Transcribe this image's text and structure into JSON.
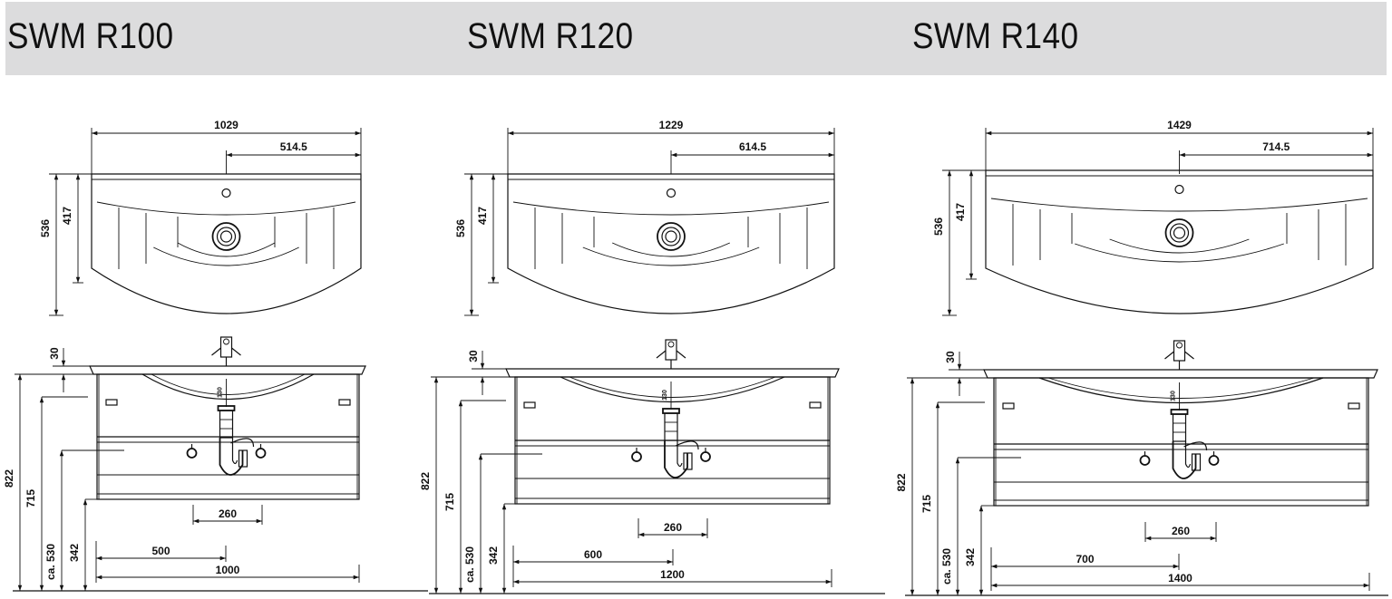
{
  "header": {
    "models": [
      {
        "title": "SWM R100"
      },
      {
        "title": "SWM R120"
      },
      {
        "title": "SWM R140"
      }
    ]
  },
  "drawings": [
    {
      "top_view": {
        "total_width": "1029",
        "half_width": "514.5",
        "depth": "536",
        "inner_depth": "417"
      },
      "front_view": {
        "top_thickness": "30",
        "drain_offset": "130",
        "total_height": "822",
        "unit_height": "715",
        "bottom_height": "ca. 530",
        "floor_gap": "342",
        "siphon_width": "260",
        "half_unit_width": "500",
        "unit_width": "1000"
      }
    },
    {
      "top_view": {
        "total_width": "1229",
        "half_width": "614.5",
        "depth": "536",
        "inner_depth": "417"
      },
      "front_view": {
        "top_thickness": "30",
        "drain_offset": "130",
        "total_height": "822",
        "unit_height": "715",
        "bottom_height": "ca. 530",
        "floor_gap": "342",
        "siphon_width": "260",
        "half_unit_width": "600",
        "unit_width": "1200"
      }
    },
    {
      "top_view": {
        "total_width": "1429",
        "half_width": "714.5",
        "depth": "536",
        "inner_depth": "417"
      },
      "front_view": {
        "top_thickness": "30",
        "drain_offset": "130",
        "total_height": "822",
        "unit_height": "715",
        "bottom_height": "ca. 530",
        "floor_gap": "342",
        "siphon_width": "260",
        "half_unit_width": "700",
        "unit_width": "1400"
      }
    }
  ]
}
